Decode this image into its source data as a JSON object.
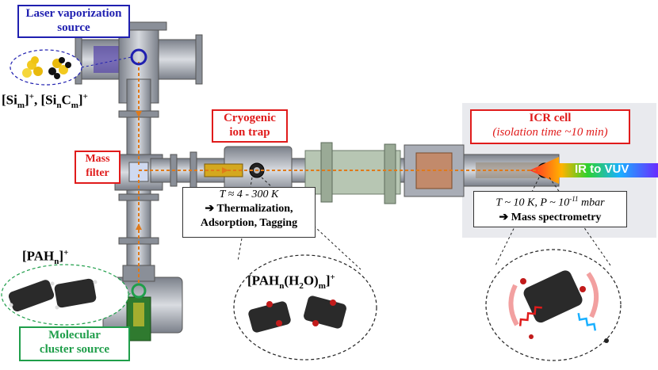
{
  "labels": {
    "laser_source_line1": "Laser vaporization",
    "laser_source_line2": "source",
    "mass_filter_line1": "Mass",
    "mass_filter_line2": "filter",
    "cryo_trap_line1": "Cryogenic",
    "cryo_trap_line2": "ion trap",
    "icr_cell_title": "ICR cell",
    "icr_cell_subtitle": "(isolation time ~10 min)",
    "molecular_source_line1": "Molecular",
    "molecular_source_line2": "cluster source",
    "ir_to_vuv": "IR to VUV"
  },
  "trap_info": {
    "temperature": "T ≈ 4 - 300 K",
    "arrow": "➔",
    "line2": "Thermalization,",
    "line3": "Adsorption, Tagging"
  },
  "icr_info": {
    "t_part": "T ~ 10 K, P ~ 10",
    "exponent": "-11",
    "unit": " mbar",
    "arrow": "➔",
    "line2": "Mass spectrometry"
  },
  "formulas": {
    "si_a": "[Si",
    "si_a_sub": "m",
    "si_a_close": "]",
    "si_a_sup": "+",
    "sep": ", ",
    "si_b": "[Si",
    "si_b_sub1": "n",
    "si_b_mid": "C",
    "si_b_sub2": "m",
    "si_b_close": "]",
    "si_b_sup": "+",
    "pah": "[PAH",
    "pah_sub": "n",
    "pah_close": "]",
    "pah_sup": "+",
    "pahw": "[PAH",
    "pahw_sub": "n",
    "pahw_mid": "(H",
    "pahw_sub2": "2",
    "pahw_o": "O)",
    "pahw_sub3": "m",
    "pahw_close": "]",
    "pahw_sup": "+"
  },
  "colors": {
    "blue": "#1f1fb0",
    "red": "#e01b1b",
    "green": "#1f9e4a",
    "beam": "#e07a1a",
    "chamber": "#b8bcc4",
    "chamber_dark": "#6d727c"
  },
  "icons": [
    "gold-cluster-icon",
    "silicon-carbon-cluster-icon",
    "pah-molecule-icon",
    "hydrated-pah-icon",
    "photodissociation-icon"
  ]
}
